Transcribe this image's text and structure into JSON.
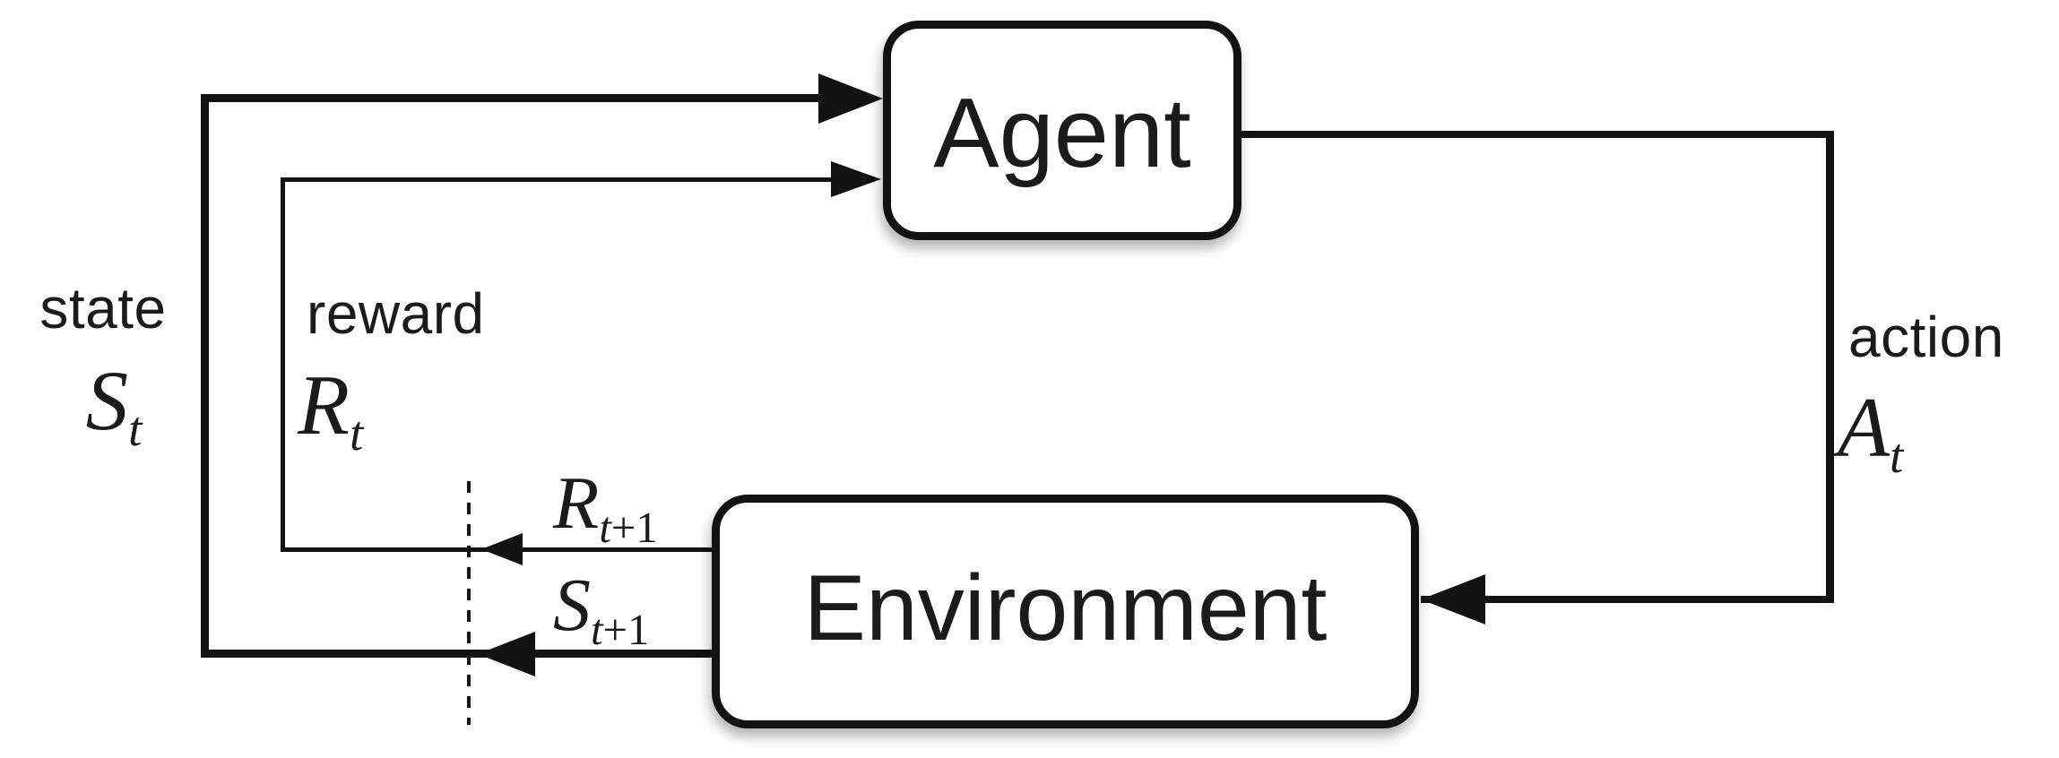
{
  "diagram": {
    "nodes": {
      "agent": {
        "label": "Agent"
      },
      "environment": {
        "label": "Environment"
      }
    },
    "labels": {
      "state": {
        "word": "state",
        "symbol": "S",
        "sub": "t",
        "sub_plus": ""
      },
      "reward": {
        "word": "reward",
        "symbol": "R",
        "sub": "t",
        "sub_plus": ""
      },
      "action": {
        "word": "action",
        "symbol": "A",
        "sub": "t",
        "sub_plus": ""
      },
      "next_reward": {
        "symbol": "R",
        "sub": "t",
        "sub_plus": "+1"
      },
      "next_state": {
        "symbol": "S",
        "sub": "t",
        "sub_plus": "+1"
      }
    },
    "colors": {
      "ink": "#121212",
      "background": "#ffffff"
    }
  }
}
